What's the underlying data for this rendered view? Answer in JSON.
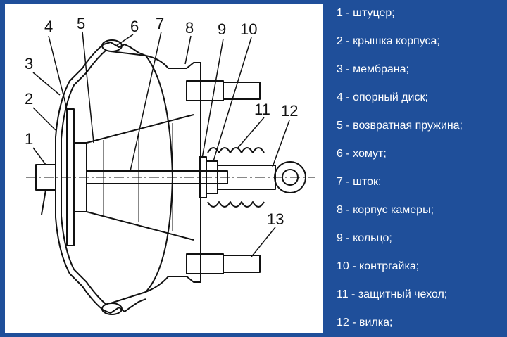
{
  "colors": {
    "background": "#1f4f9a",
    "panel": "#ffffff",
    "legend_text": "#ffffff",
    "drawing_line": "#111111"
  },
  "diagram": {
    "callouts": [
      "1",
      "2",
      "3",
      "4",
      "5",
      "6",
      "7",
      "8",
      "9",
      "10",
      "11",
      "12",
      "13"
    ]
  },
  "legend": {
    "items": [
      "1 - штуцер;",
      "2 - крышка корпуса;",
      "3 - мембрана;",
      "4 - опорный диск;",
      "5 - возвратная пружина;",
      "6 - хомут;",
      "7 - шток;",
      "8 - корпус камеры;",
      "9 - кольцо;",
      "10 - контргайка;",
      "11 - защитный чехол;",
      "12 - вилка;"
    ]
  }
}
